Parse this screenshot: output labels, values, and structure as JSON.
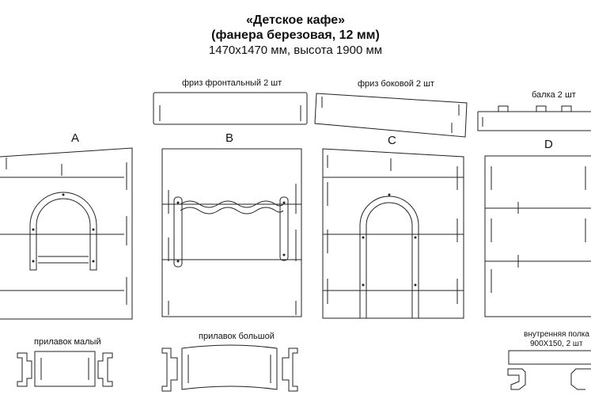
{
  "title": {
    "line1": "«Детское кафе»",
    "line2": "(фанера березовая, 12 мм)",
    "line3": "1470x1470 мм, высота 1900 мм"
  },
  "labels": {
    "friz_front": "фриз фронтальный  2 шт",
    "friz_side": "фриз боковой  2 шт",
    "beam": "балка 2 шт",
    "counter_small": "прилавок малый",
    "counter_big": "прилавок большой",
    "shelf_line1": "внутренняя полка",
    "shelf_line2": "900X150, 2 шт"
  },
  "panels": {
    "a": "A",
    "b": "B",
    "c": "C",
    "d": "D"
  }
}
